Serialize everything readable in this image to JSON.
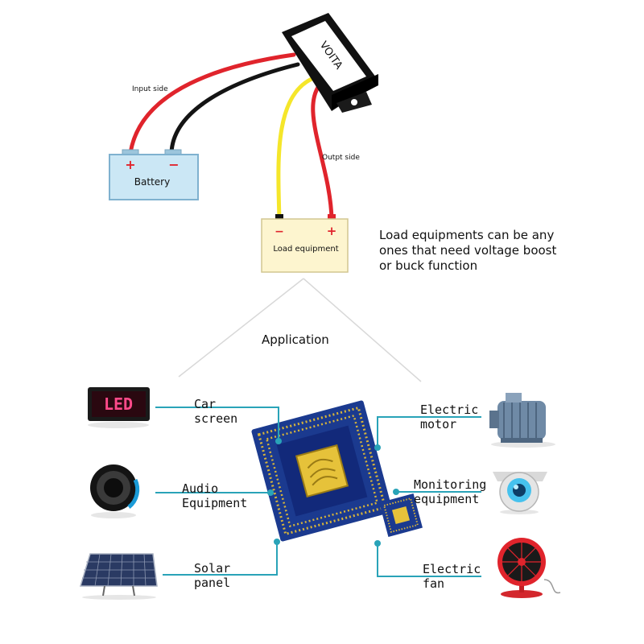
{
  "wiring": {
    "module_label": "VOITA",
    "input_side_label": "Input side",
    "output_side_label": "Outpt side",
    "battery": {
      "label": "Battery",
      "plus": "+",
      "minus": "−"
    },
    "load": {
      "label": "Load equipment",
      "plus": "+",
      "minus": "−"
    },
    "note_lines": [
      "Load equipments can be any",
      "ones that need voltage boost",
      "or buck function"
    ]
  },
  "application": {
    "title": "Application",
    "left_items": [
      {
        "icon": "led-screen-icon",
        "icon_text": "LED",
        "lines": [
          "Car",
          "screen"
        ]
      },
      {
        "icon": "speaker-icon",
        "lines": [
          "Audio",
          "Equipment"
        ]
      },
      {
        "icon": "solar-panel-icon",
        "lines": [
          "Solar",
          "panel"
        ]
      }
    ],
    "right_items": [
      {
        "icon": "electric-motor-icon",
        "lines": [
          "Electric",
          "motor"
        ]
      },
      {
        "icon": "security-camera-icon",
        "lines": [
          "Monitoring",
          "equipment"
        ]
      },
      {
        "icon": "electric-fan-icon",
        "lines": [
          "Electric",
          "fan"
        ]
      }
    ]
  },
  "colors": {
    "connector": "#29a3b8",
    "wire_red": "#e0242c",
    "wire_black": "#141414",
    "wire_yellow": "#f5e62a",
    "battery_fill": "#cbe7f5",
    "load_fill": "#fdf5cf",
    "chip_blue": "#1b3a8f",
    "chip_gold": "#e6c23a"
  }
}
